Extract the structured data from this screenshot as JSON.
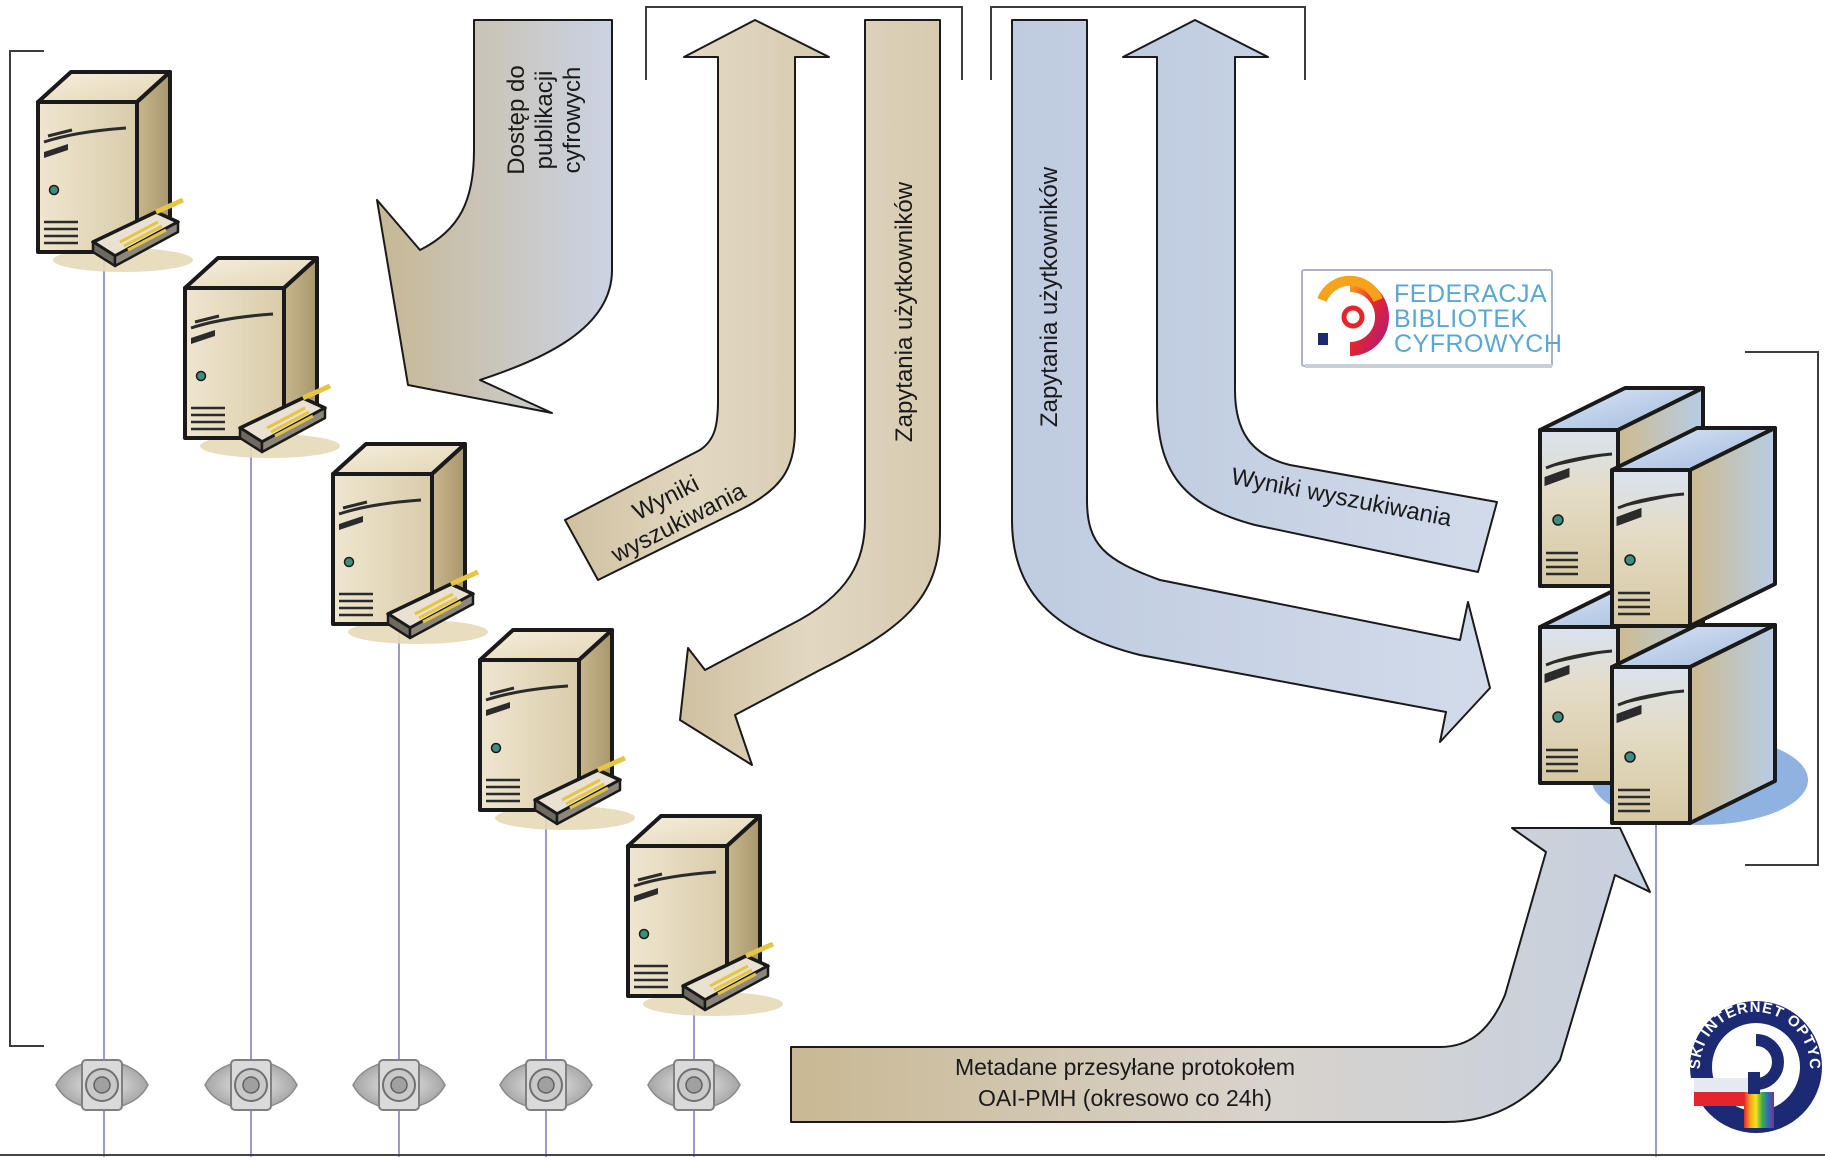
{
  "labels": {
    "access": [
      "Dostęp do",
      "publikacji",
      "cyfrowych"
    ],
    "results_left": [
      "Wyniki",
      "wyszukiwania"
    ],
    "queries_left": "Zapytania użytkowników",
    "queries_right": "Zapytania użytkowników",
    "results_right": "Wyniki wyszukiwania",
    "metadata": [
      "Metadane przesyłane protokołem",
      "OAI-PMH (okresowo co 24h)"
    ]
  },
  "logo_fbc": {
    "lines": [
      "FEDERACJA",
      "BIBLIOTEK",
      "CYFROWYCH"
    ]
  },
  "logo_pio": {
    "text": "POLSKI INTERNET OPTYCZNY"
  },
  "colors": {
    "tan": "#ddd1b4",
    "blue": "#c4cfe0",
    "stroke": "#1a1a1a",
    "line": "#9a9ad0",
    "fbc_blue": "#5aa7d4",
    "pio_navy": "#1b2a73"
  }
}
